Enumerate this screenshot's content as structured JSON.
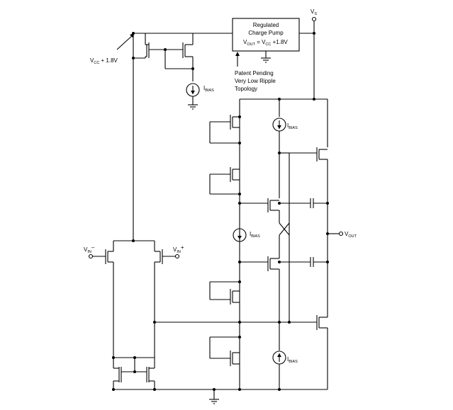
{
  "pump": {
    "line1": "Regulated",
    "line2": "Charge Pump",
    "vout_main": "V",
    "vout_sub": "OUT",
    "vout_eq": " = V",
    "vcc_sub": "CC",
    "vout_rest": " +1.8V"
  },
  "vs": {
    "main": "V",
    "sub": "S"
  },
  "vcc_supply": {
    "main": "V",
    "sub": "CC",
    "rest": " + 1.8V"
  },
  "patent": {
    "line1": "Patent Pending",
    "line2": "Very Low Ripple",
    "line3": "Topology"
  },
  "ibias": {
    "main": "I",
    "sub": "BIAS"
  },
  "vin_minus": {
    "main": "V",
    "sub": "IN",
    "sup": "–"
  },
  "vin_plus": {
    "main": "V",
    "sub": "IN",
    "sup": "+"
  },
  "vout": {
    "main": "V",
    "sub": "OUT"
  }
}
